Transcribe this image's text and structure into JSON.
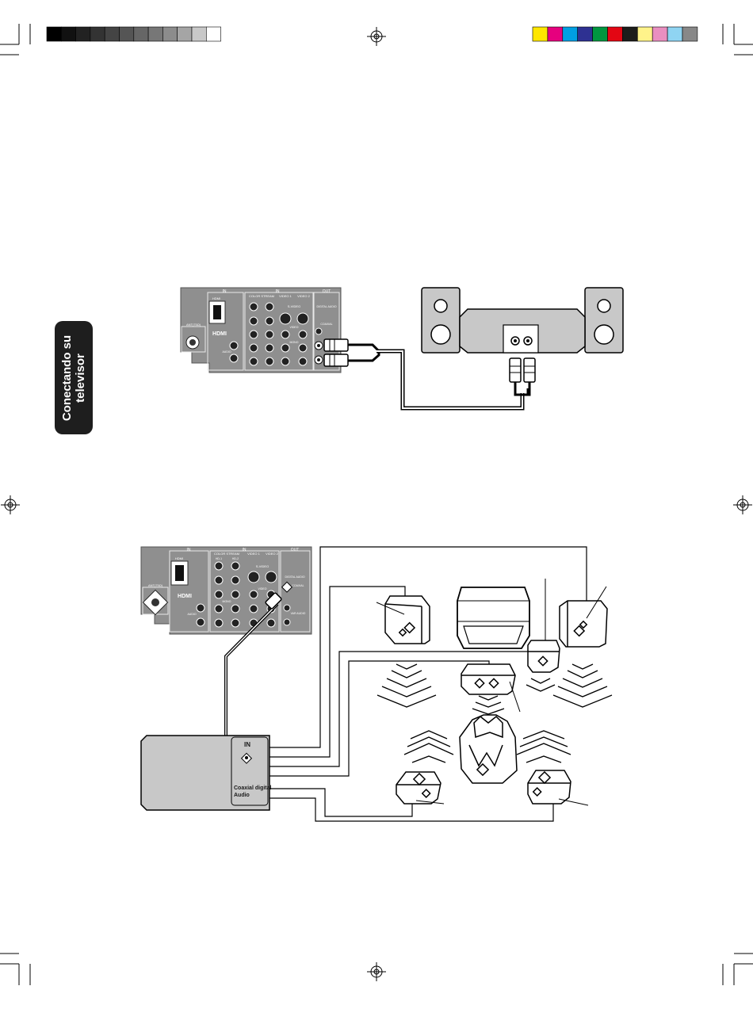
{
  "side_tab": {
    "line1": "Conectando su",
    "line2": "televisor"
  },
  "registration": {
    "gray_steps": [
      "#000000",
      "#111111",
      "#222222",
      "#333333",
      "#444444",
      "#555555",
      "#666666",
      "#777777",
      "#8c8c8c",
      "#a5a5a5",
      "#c8c8c8",
      "#ffffff"
    ],
    "color_steps": [
      "#ffe600",
      "#e6007e",
      "#009fe3",
      "#2e3192",
      "#00963f",
      "#e30613",
      "#1d1d1b",
      "#fff38a",
      "#e98fc0",
      "#8fd4f2",
      "#888888"
    ]
  },
  "tv_panel_1": {
    "group_in": "IN",
    "group_in2": "IN",
    "group_out": "OUT",
    "hdmi_port": "HDMI",
    "hdmi_logo": "HDMI",
    "antenna": "ANT(75Ω)",
    "audio": "AUDIO",
    "color_stream": "COLOR STREAM",
    "video1": "VIDEO 1",
    "video2": "VIDEO 2",
    "svideo": "S-VIDEO",
    "video": "VIDEO",
    "mono": "MONO",
    "digital_audio": "DIGITAL AUDIO",
    "coaxial": "COAXIAL"
  },
  "tv_panel_2": {
    "group_in": "IN",
    "group_in2": "IN",
    "group_out": "OUT",
    "hdmi_port": "HDMI",
    "hdmi_logo": "HDMI",
    "antenna": "ANT(75Ω)",
    "audio": "AUDIO",
    "color_stream": "COLOR STREAM",
    "hd1": "HD-1",
    "hd2": "HD-2",
    "video1": "VIDEO 1",
    "video2": "VIDEO 2",
    "svideo": "S-VIDEO",
    "video": "VIDEO",
    "mono": "MONO",
    "digital_audio": "DIGITAL AUDIO",
    "coaxial": "COAXIAL",
    "var_audio": "VAR AUDIO"
  },
  "receiver": {
    "in_label": "IN",
    "coaxial_line1": "Coaxial digital",
    "coaxial_line2": "Audio"
  }
}
